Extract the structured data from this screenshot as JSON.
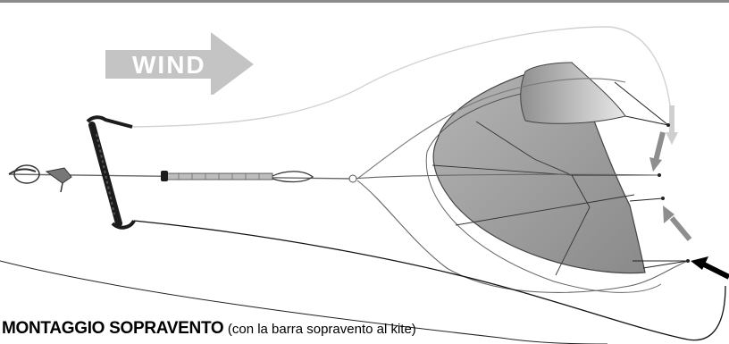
{
  "wind_label": "WIND",
  "caption": {
    "title": "MONTAGGIO SOPRAVENTO",
    "note": "(con la barra sopravento al kite)"
  },
  "colors": {
    "kite_canopy": "#8c8c8c",
    "kite_tip": "#a9a9a9",
    "wind_arrow": "#c4c4c4",
    "bar": "#1c1c1c",
    "arrow_light": "#cfcfcf",
    "arrow_mid": "#8e8e8e",
    "arrow_dark": "#000000",
    "top_rule": "#8a8a8a"
  }
}
